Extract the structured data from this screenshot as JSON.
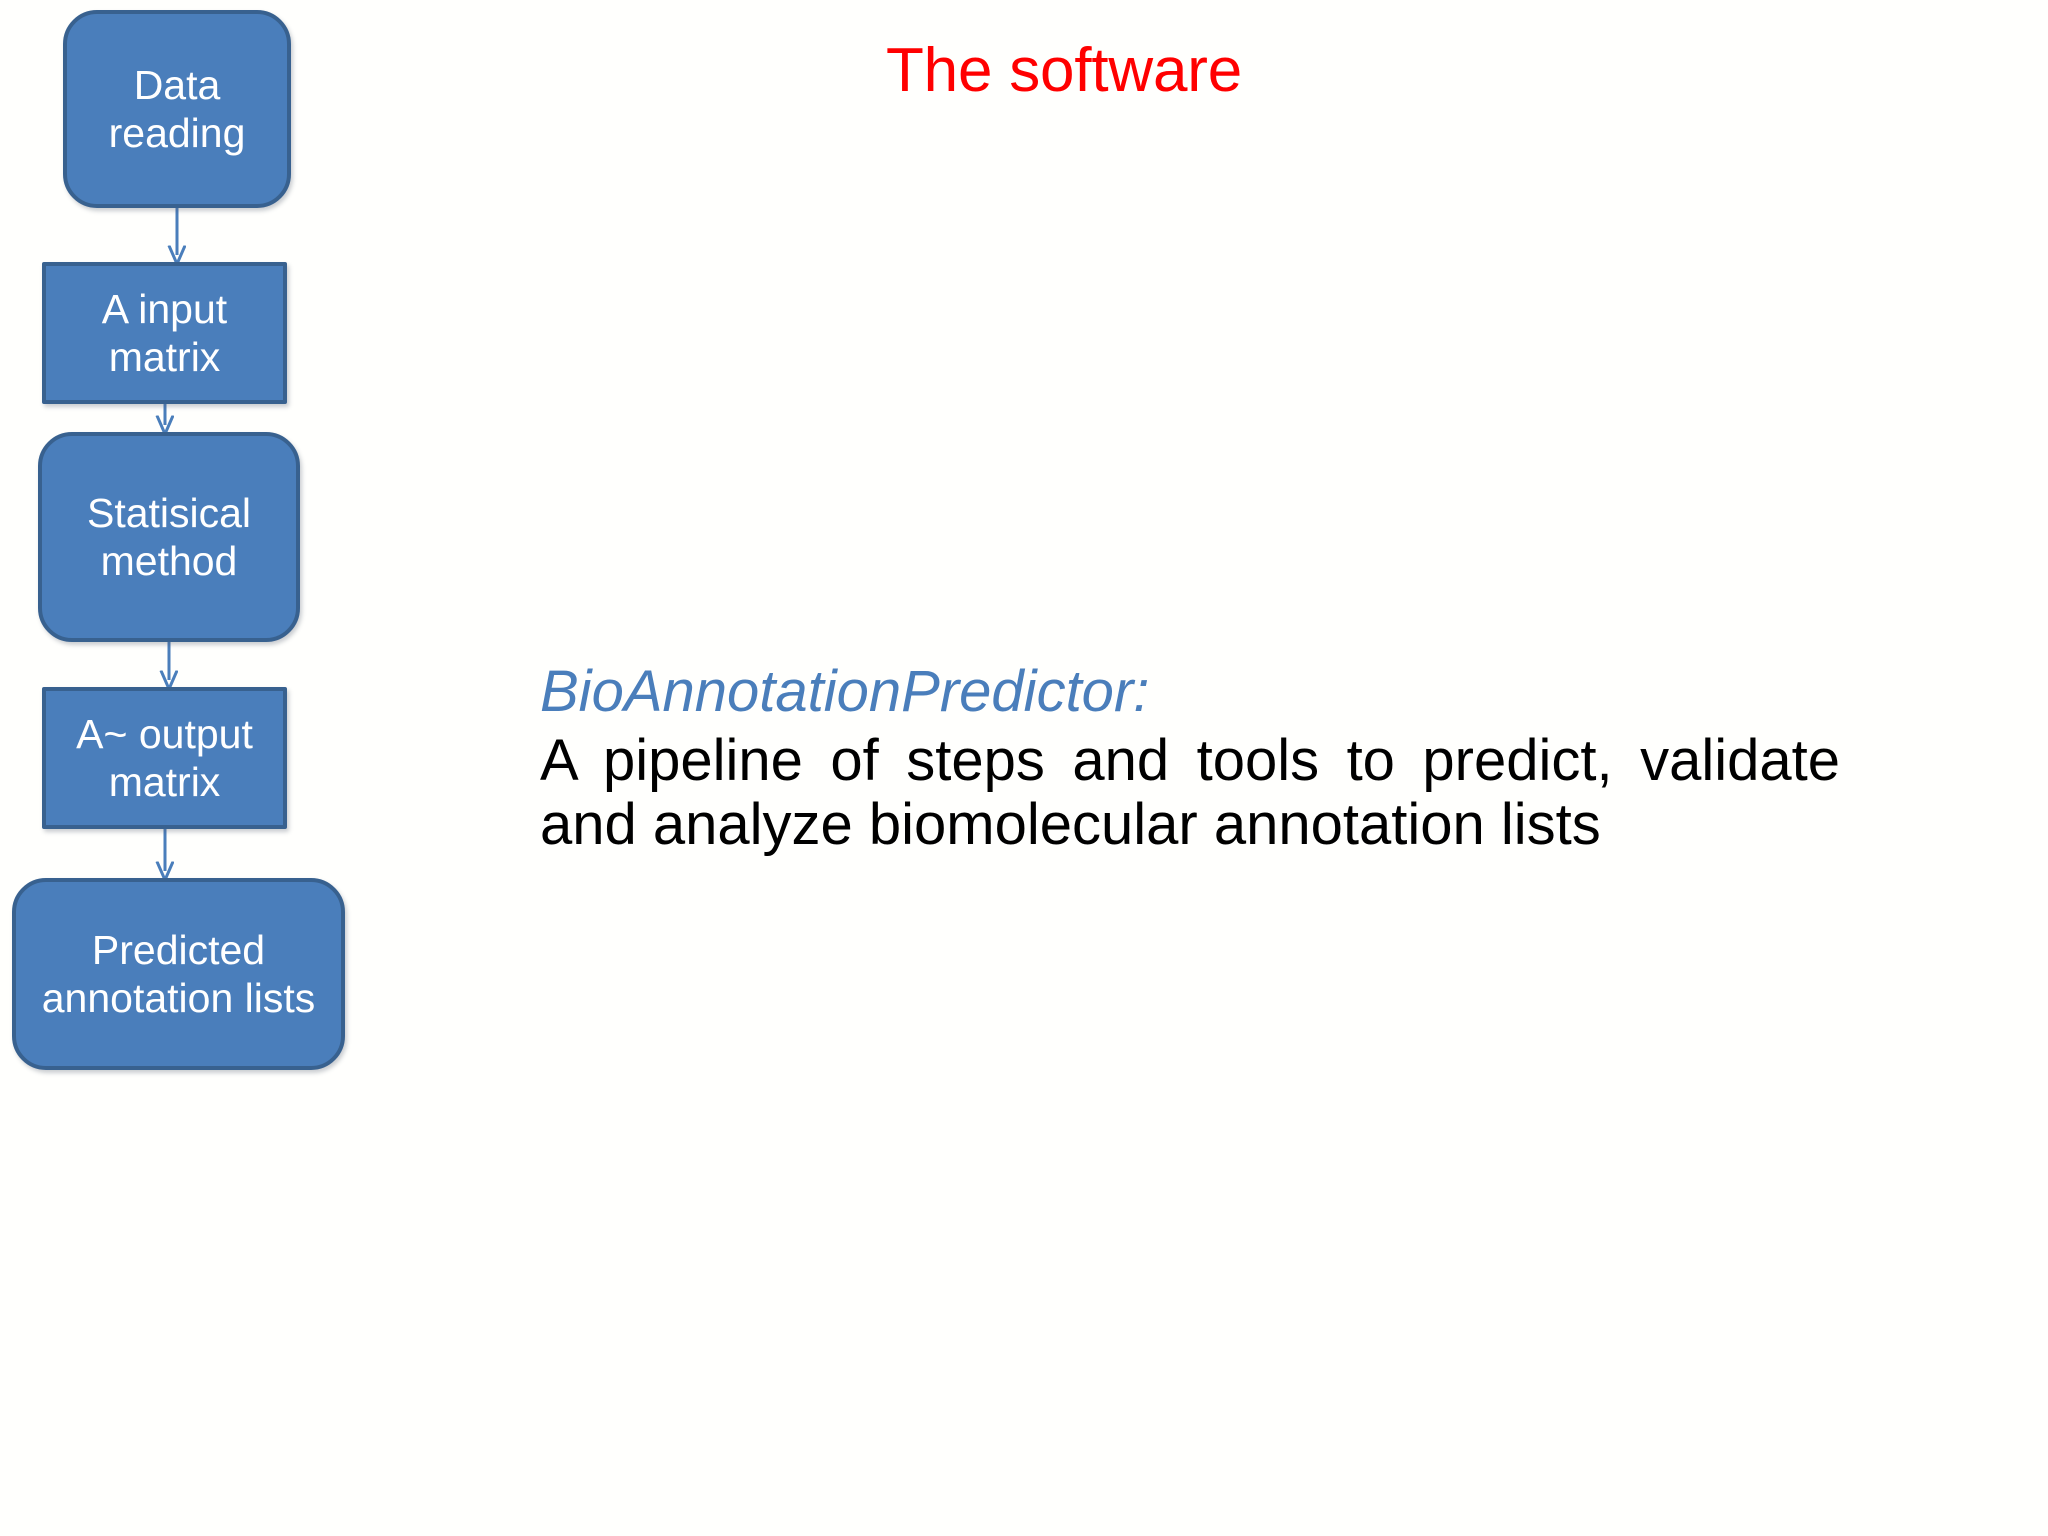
{
  "slide": {
    "title": "The software",
    "title_color": "#FF0000",
    "background_color": "#FFFFFD"
  },
  "flowchart": {
    "box_fill_color": "#4A7EBB",
    "box_border_color": "#38618F",
    "box_text_color": "#FFFFFF",
    "arrow_color": "#4A7EBB",
    "steps": [
      {
        "id": "data-reading",
        "label": "Data reading",
        "shape": "rounded-rectangle"
      },
      {
        "id": "input-matrix",
        "label": "A input matrix",
        "shape": "rectangle"
      },
      {
        "id": "statistical",
        "label": "Statisical method",
        "shape": "rounded-rectangle"
      },
      {
        "id": "output-matrix",
        "label": "A~ output matrix",
        "shape": "rectangle"
      },
      {
        "id": "predicted-lists",
        "label": "Predicted annotation lists",
        "shape": "rounded-rectangle"
      }
    ],
    "connectors": [
      {
        "from": "data-reading",
        "to": "input-matrix",
        "type": "arrow-down"
      },
      {
        "from": "input-matrix",
        "to": "statistical",
        "type": "arrow-down"
      },
      {
        "from": "statistical",
        "to": "output-matrix",
        "type": "arrow-down"
      },
      {
        "from": "output-matrix",
        "to": "predicted-lists",
        "type": "arrow-down"
      }
    ]
  },
  "body": {
    "product_name": "BioAnnotationPredictor:",
    "product_name_color": "#4A7EBB",
    "description": "A pipeline of steps and tools to predict, validate and analyze biomolecular annotation lists"
  }
}
